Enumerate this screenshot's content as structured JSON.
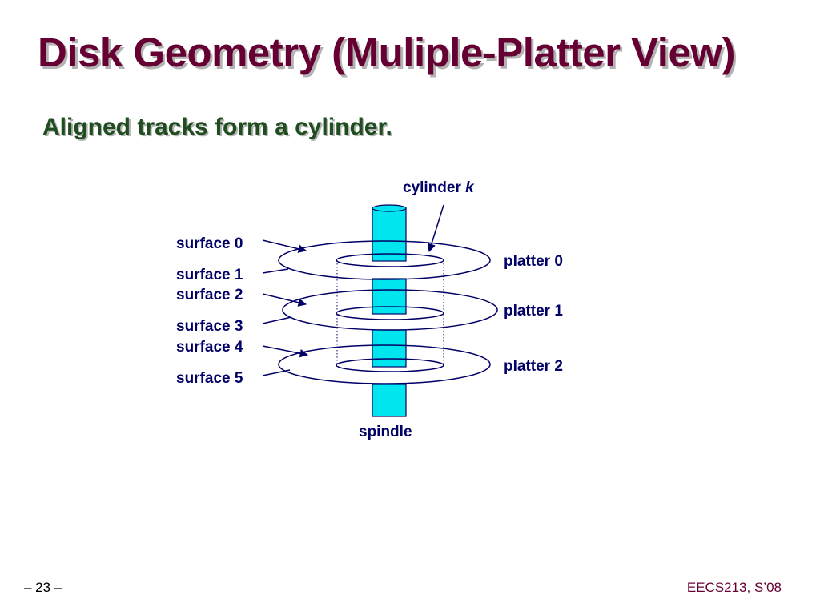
{
  "slide": {
    "title": "Disk Geometry (Muliple-Platter View)",
    "subtitle": "Aligned tracks form a cylinder.",
    "page_number": "– 23 –",
    "course": "EECS213, S’08"
  },
  "diagram": {
    "cylinder_label": "cylinder",
    "cylinder_var": "k",
    "spindle_label": "spindle",
    "surfaces": [
      "surface 0",
      "surface 1",
      "surface 2",
      "surface 3",
      "surface 4",
      "surface 5"
    ],
    "platters": [
      "platter 0",
      "platter 1",
      "platter 2"
    ],
    "colors": {
      "spindle_fill": "#00e5ee",
      "line": "#000066",
      "title": "#660033",
      "subtitle": "#1f4d1f"
    }
  }
}
